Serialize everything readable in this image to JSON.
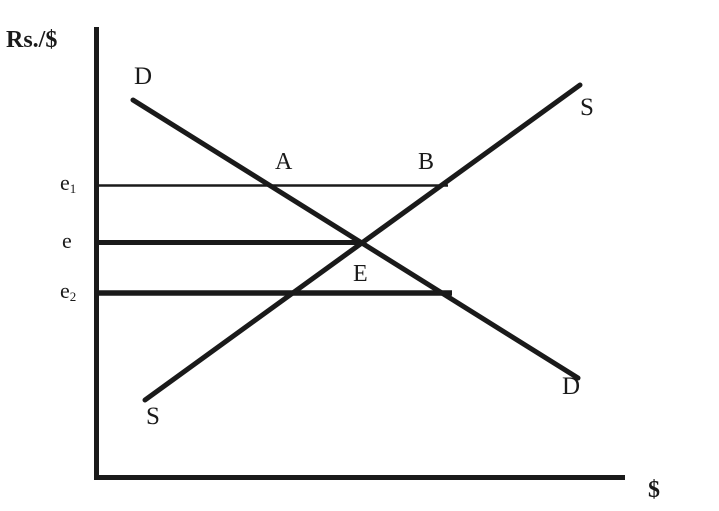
{
  "figure": {
    "title_y_axis": "Rs./$",
    "title_x_axis": "$",
    "background_color": "#ffffff",
    "ink_color": "#1a1a1a"
  },
  "axes": {
    "y_axis_label": "Rs./$",
    "x_axis_label": "$",
    "y_tick_labels": [
      "e₁",
      "e",
      "e₂"
    ],
    "origin_x": 96,
    "origin_y": 478,
    "y_axis_top": 27,
    "x_axis_right": 625
  },
  "curves": [
    {
      "name": "demand-curve",
      "label": "D",
      "label_start": "D",
      "label_end": "D",
      "from": [
        133,
        100
      ],
      "to": [
        578,
        378
      ],
      "stroke_width": 5
    },
    {
      "name": "supply-curve",
      "label": "S",
      "label_start": "S",
      "label_end": "S",
      "from": [
        145,
        400
      ],
      "to": [
        580,
        85
      ],
      "stroke_width": 5
    }
  ],
  "price_lines": [
    {
      "name": "e1-line",
      "tick": "e₁",
      "y": 185,
      "x_start": 96,
      "x_end": 448,
      "stroke_width": 2,
      "endpoints": [
        "A",
        "B"
      ]
    },
    {
      "name": "e-line",
      "tick": "e",
      "y": 243,
      "x_start": 96,
      "x_end": 364,
      "stroke_width": 5,
      "endpoints": [
        "E"
      ]
    },
    {
      "name": "e2-line",
      "tick": "e₂",
      "y": 293,
      "x_start": 96,
      "x_end": 452,
      "stroke_width": 5,
      "endpoints": []
    }
  ],
  "points": [
    {
      "name": "point-a",
      "label": "A",
      "x": 278,
      "y": 185,
      "label_x": 275,
      "label_y": 152
    },
    {
      "name": "point-b",
      "label": "B",
      "x": 443,
      "y": 185,
      "label_x": 418,
      "label_y": 152
    },
    {
      "name": "point-e",
      "label": "E",
      "x": 362,
      "y": 243,
      "label_x": 354,
      "label_y": 261
    }
  ],
  "labels": {
    "y_axis_title": "Rs./$",
    "x_axis_title": "$",
    "demand_top": "D",
    "demand_bottom": "D",
    "supply_top": "S",
    "supply_bottom": "S",
    "point_a": "A",
    "point_b": "B",
    "point_e": "E",
    "tick_e1_base": "e",
    "tick_e1_sub": "1",
    "tick_e_base": "e",
    "tick_e2_base": "e",
    "tick_e2_sub": "2"
  },
  "chart_data": {
    "type": "line",
    "title": "",
    "xlabel": "$",
    "ylabel": "Rs./$",
    "description": "Foreign exchange market diagram showing demand (D) and supply (S) of dollars, equilibrium exchange rate e at point E, an above-equilibrium rate e1 with excess supply A-B, and a below-equilibrium rate e2.",
    "grid": false,
    "legend": "none",
    "series": [
      {
        "name": "D",
        "label": "D",
        "kind": "demand",
        "slope": "downward",
        "points": [
          [
            133,
            100
          ],
          [
            578,
            378
          ]
        ]
      },
      {
        "name": "S",
        "label": "S",
        "kind": "supply",
        "slope": "upward",
        "points": [
          [
            145,
            400
          ],
          [
            580,
            85
          ]
        ]
      }
    ],
    "reference_levels": [
      {
        "label": "e₁",
        "y": 185,
        "thickness": "thin",
        "meaning": "exchange rate above equilibrium"
      },
      {
        "label": "e",
        "y": 243,
        "thickness": "thick",
        "meaning": "equilibrium exchange rate"
      },
      {
        "label": "e₂",
        "y": 293,
        "thickness": "thick",
        "meaning": "exchange rate below equilibrium"
      }
    ],
    "annotations": [
      {
        "label": "A",
        "x": 278,
        "y": 185
      },
      {
        "label": "B",
        "x": 443,
        "y": 185
      },
      {
        "label": "E",
        "x": 362,
        "y": 243
      }
    ]
  }
}
